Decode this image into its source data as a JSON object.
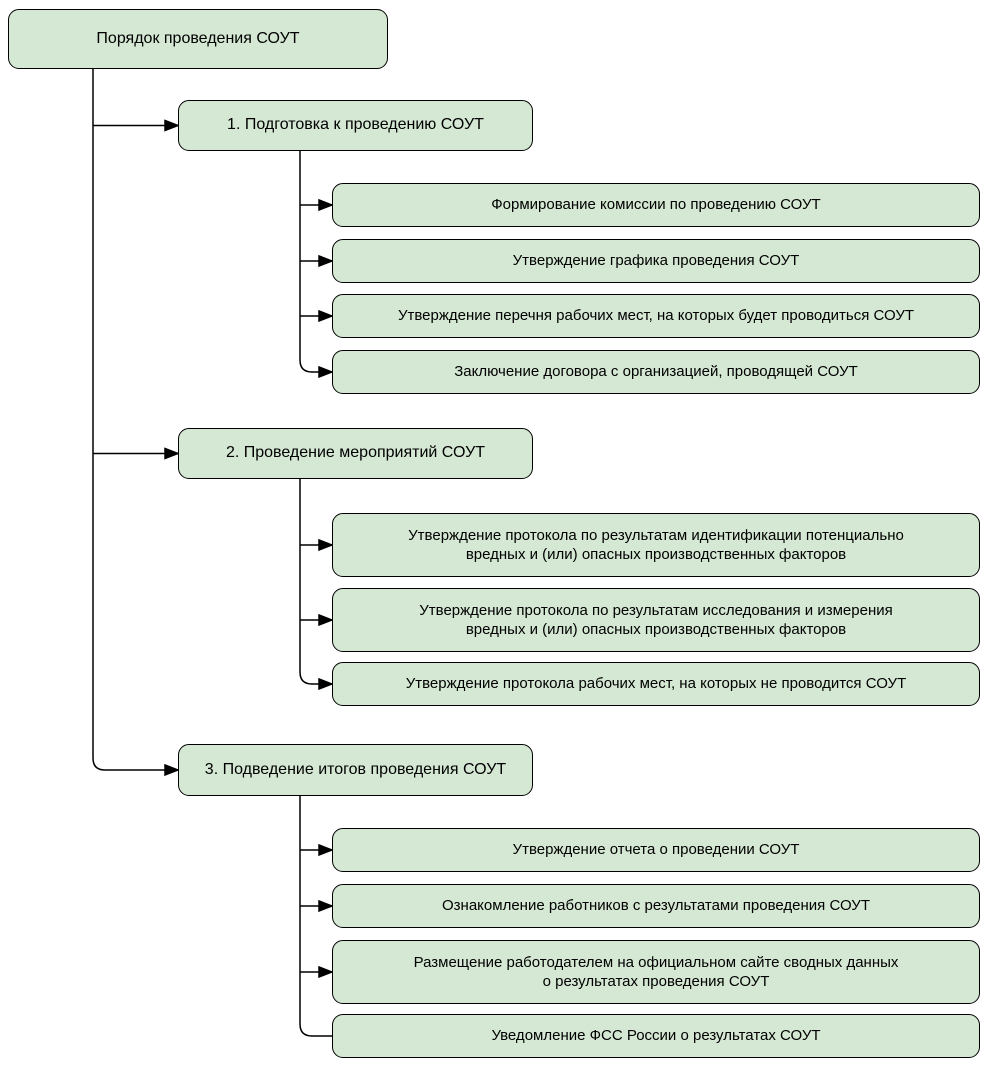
{
  "colors": {
    "background": "#ffffff",
    "box_fill": "#d5e8d4",
    "box_border": "#000000",
    "connector": "#000000",
    "text": "#000000"
  },
  "diagram": {
    "root": {
      "label": "Порядок проведения СОУТ"
    },
    "sections": [
      {
        "label": "1. Подготовка к проведению СОУТ",
        "items": [
          "Формирование комиссии по проведению СОУТ",
          "Утверждение графика проведения СОУТ",
          "Утверждение перечня рабочих мест, на которых будет проводиться СОУТ",
          "Заключение договора с организацией, проводящей СОУТ"
        ]
      },
      {
        "label": "2. Проведение мероприятий СОУТ",
        "items": [
          "Утверждение протокола по результатам идентификации потенциально\nвредных и (или) опасных производственных факторов",
          "Утверждение протокола по результатам исследования и измерения\nвредных и (или) опасных производственных факторов",
          "Утверждение протокола рабочих мест, на которых не проводится СОУТ"
        ]
      },
      {
        "label": "3. Подведение итогов проведения СОУТ",
        "items": [
          "Утверждение отчета о проведении СОУТ",
          "Ознакомление работников с результатами проведения СОУТ",
          "Размещение работодателем на официальном сайте сводных данных\nо результатах проведения СОУТ",
          "Уведомление ФСС России о результатах СОУТ"
        ]
      }
    ]
  }
}
